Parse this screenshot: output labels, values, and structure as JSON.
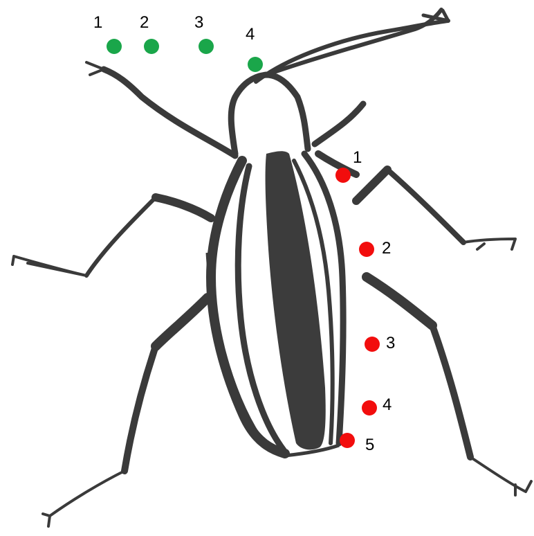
{
  "colors": {
    "green_marker": "#1aa64a",
    "red_marker": "#f20d0d",
    "beetle_ink": "#3a3a3a",
    "background": "#ffffff"
  },
  "green_markers": [
    {
      "label": "1"
    },
    {
      "label": "2"
    },
    {
      "label": "3"
    },
    {
      "label": "4"
    }
  ],
  "red_markers": [
    {
      "label": "1"
    },
    {
      "label": "2"
    },
    {
      "label": "3"
    },
    {
      "label": "4"
    },
    {
      "label": "5"
    }
  ]
}
